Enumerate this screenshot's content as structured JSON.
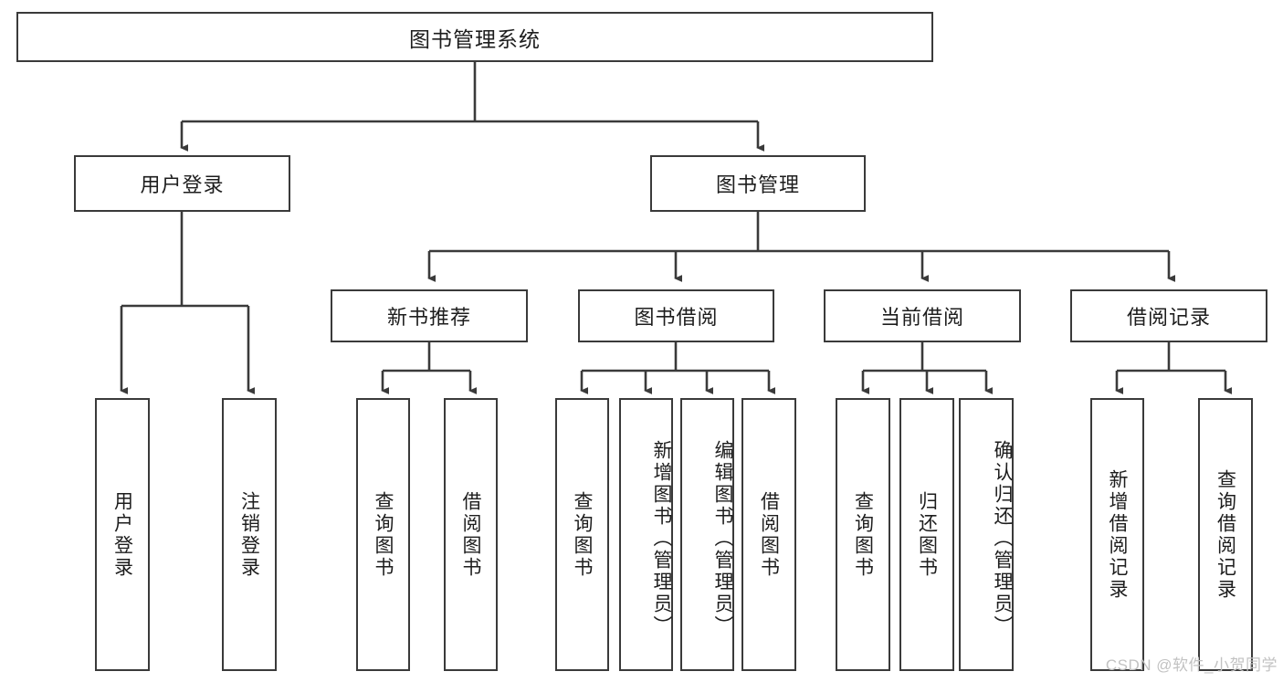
{
  "diagram": {
    "title": "图书管理系统",
    "type": "tree",
    "watermark": "CSDN @软件_小贺同学",
    "colors": {
      "stroke": "#3a3a3a",
      "box_fill": "#ffffff",
      "text": "#1d1d1d",
      "watermark": "#c2c2c2",
      "background": "#ffffff"
    },
    "root": {
      "label": "图书管理系统"
    },
    "level2": [
      {
        "label": "用户登录"
      },
      {
        "label": "图书管理"
      }
    ],
    "level3": [
      {
        "label": "新书推荐"
      },
      {
        "label": "图书借阅"
      },
      {
        "label": "当前借阅"
      },
      {
        "label": "借阅记录"
      }
    ],
    "leaves": {
      "user_login": [
        {
          "label": "用户登录"
        },
        {
          "label": "注销登录"
        }
      ],
      "new_book_recommend": [
        {
          "label": "查询图书"
        },
        {
          "label": "借阅图书"
        }
      ],
      "book_borrow": [
        {
          "label": "查询图书"
        },
        {
          "label": "新增图书（管理员）"
        },
        {
          "label": "编辑图书（管理员）"
        },
        {
          "label": "借阅图书"
        }
      ],
      "current_borrow": [
        {
          "label": "查询图书"
        },
        {
          "label": "归还图书"
        },
        {
          "label": "确认归还（管理员）"
        }
      ],
      "borrow_record": [
        {
          "label": "新增借阅记录"
        },
        {
          "label": "查询借阅记录"
        }
      ]
    }
  }
}
